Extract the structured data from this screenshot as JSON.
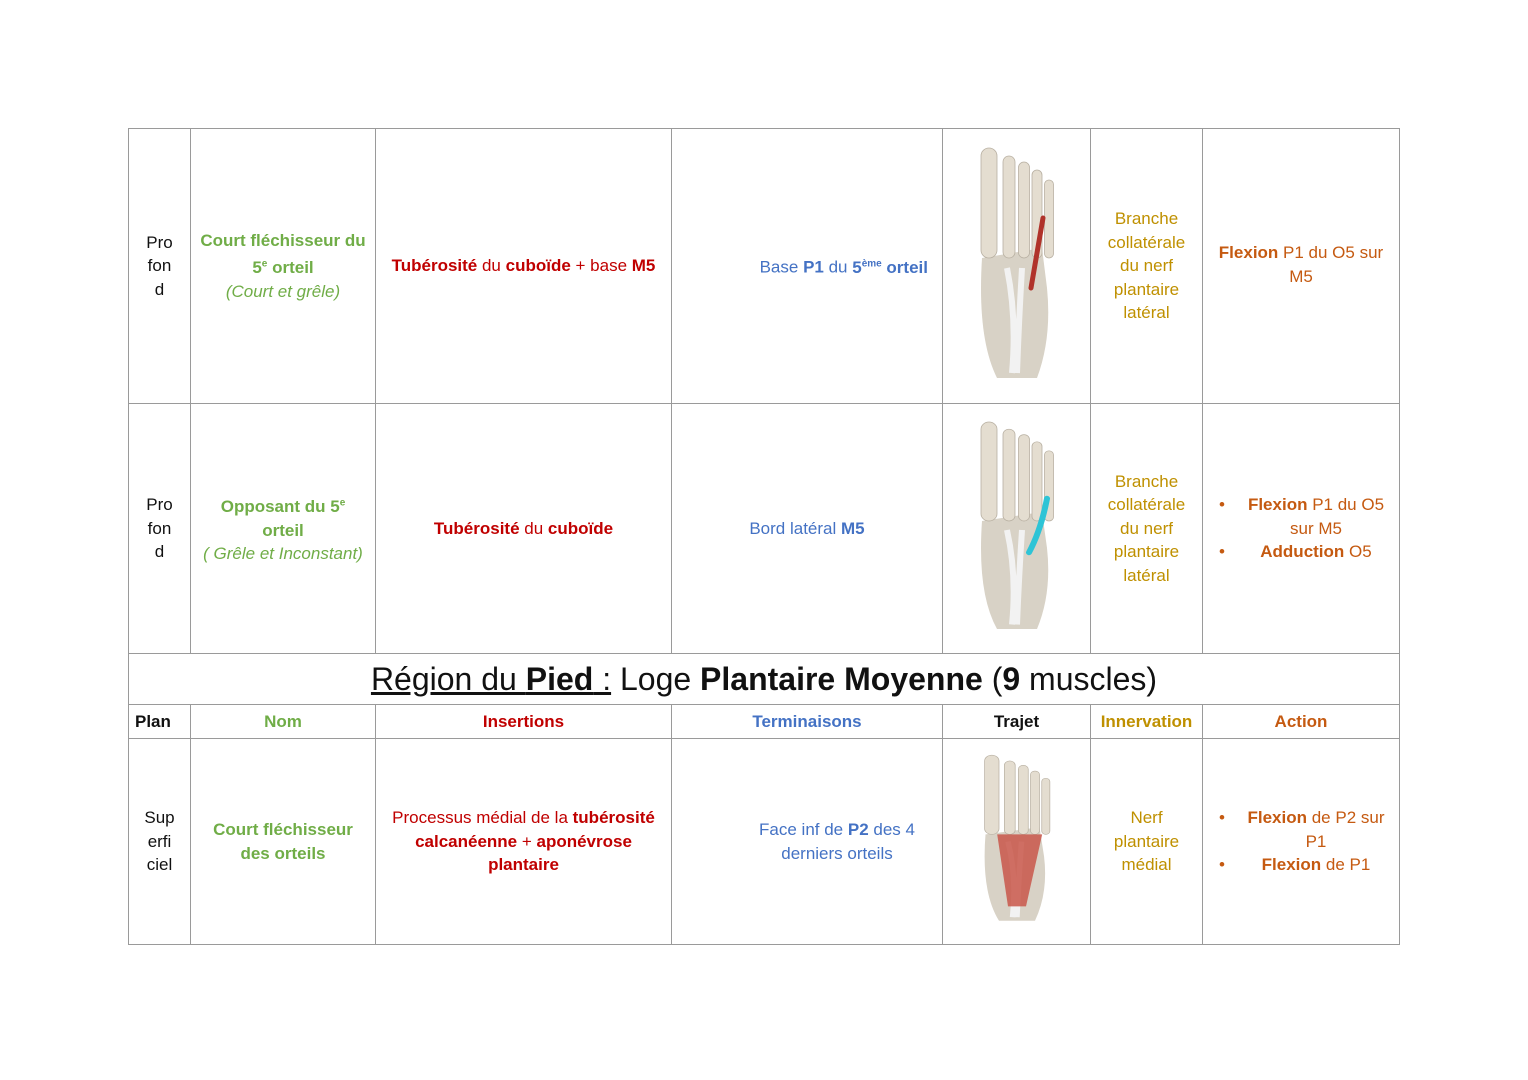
{
  "rows_top": [
    {
      "plan": [
        "Pro",
        "fon",
        "d"
      ],
      "nom": {
        "name": [
          "Court fléchisseur du",
          "5",
          "e",
          " orteil"
        ],
        "note": "(Court et grêle)"
      },
      "insertions": {
        "b1": "Tubérosité",
        "t1": " du ",
        "b2": "cuboïde",
        "t2": " + base ",
        "b3": "M5"
      },
      "terminaisons": {
        "t1": "Base ",
        "b1": "P1",
        "t2": " du ",
        "b2": "5",
        "sup": "ème",
        "b3": " orteil"
      },
      "trajet": {
        "muscle_color": "#b0322a"
      },
      "innervation": [
        "Branche",
        "collatérale",
        "du nerf",
        "plantaire",
        "latéral"
      ],
      "action": {
        "b": "Flexion",
        "t": " P1 du O5 sur M5"
      }
    },
    {
      "plan": [
        "Pro",
        "fon",
        "d"
      ],
      "nom": {
        "name": [
          "Opposant du 5",
          "e",
          "orteil"
        ],
        "note": "( Grêle et Inconstant)"
      },
      "insertions": {
        "b1": "Tubérosité",
        "t1": " du ",
        "b2": "cuboïde"
      },
      "terminaisons": {
        "t1": "Bord latéral ",
        "b1": "M5"
      },
      "trajet": {
        "muscle_color": "#2ec4d6"
      },
      "innervation": [
        "Branche",
        "collatérale",
        "du nerf",
        "plantaire",
        "latéral"
      ],
      "action": [
        {
          "b": "Flexion",
          "t": " P1 du O5 sur M5"
        },
        {
          "b": "Adduction",
          "t": " O5"
        }
      ]
    }
  ],
  "section_title": {
    "t1": "Région du ",
    "b1": "Pied",
    "t2": " :",
    "t3": " Loge ",
    "b2": "Plantaire Moyenne",
    "t4": " (",
    "b3": "9",
    "t5": " muscles)"
  },
  "headers": [
    "Plan",
    "Nom",
    "Insertions",
    "Terminaisons",
    "Trajet",
    "Innervation",
    "Action"
  ],
  "row_bottom": {
    "plan": [
      "Sup",
      "erfi",
      "ciel"
    ],
    "nom": "Court fléchisseur des orteils",
    "insertions": {
      "t1": "Processus médial de la ",
      "b1": "tubérosité calcanéenne",
      "t2": " + ",
      "b2": "aponévrose plantaire"
    },
    "terminaisons": {
      "t1": "Face inf de ",
      "b1": "P2",
      "t2": " des 4 derniers orteils"
    },
    "trajet": {
      "muscle_color": "#c9574a"
    },
    "innervation": [
      "Nerf",
      "plantaire",
      "médial"
    ],
    "action": [
      {
        "b": "Flexion",
        "t": " de P2 sur P1"
      },
      {
        "b": "Flexion",
        "t": " de P1"
      }
    ]
  },
  "colors": {
    "nom": "#70ad47",
    "insertions": "#c00000",
    "terminaisons": "#4472c4",
    "innervation": "#bf9000",
    "action": "#c55a11"
  }
}
